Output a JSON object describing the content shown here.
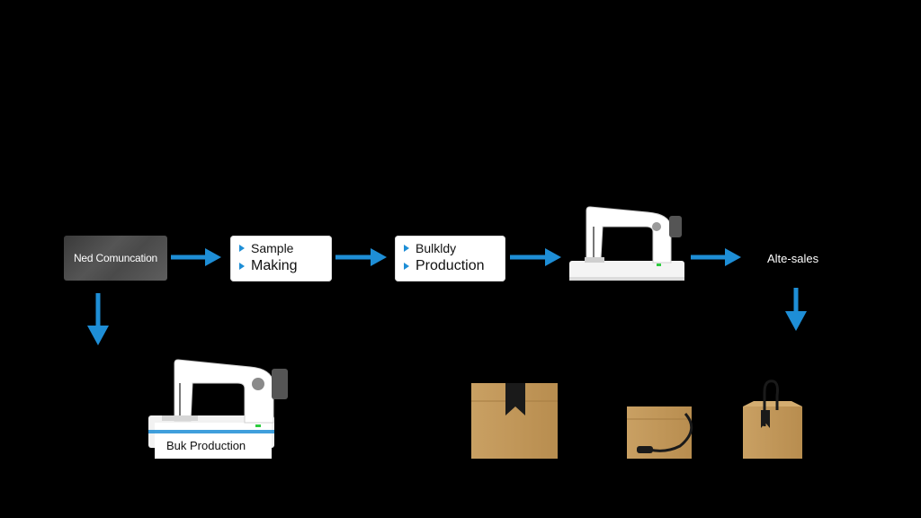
{
  "diagram": {
    "nodes": {
      "need_communication": "Ned Comuncation",
      "sample_making": {
        "line1": "Sample",
        "line2": "Making"
      },
      "bulk_production_box": {
        "line1": "Bulkldy",
        "line2": "Production"
      },
      "after_sales": "Alte-sales",
      "bulk_production_machine": "Buk Production"
    },
    "colors": {
      "arrow": "#1e8ed6",
      "background": "#000000",
      "box": "#c49a5a",
      "tape": "#1a1a1a"
    },
    "icons": [
      "sewing-machine-icon",
      "cardboard-box-icon",
      "box-with-headset-icon"
    ]
  }
}
